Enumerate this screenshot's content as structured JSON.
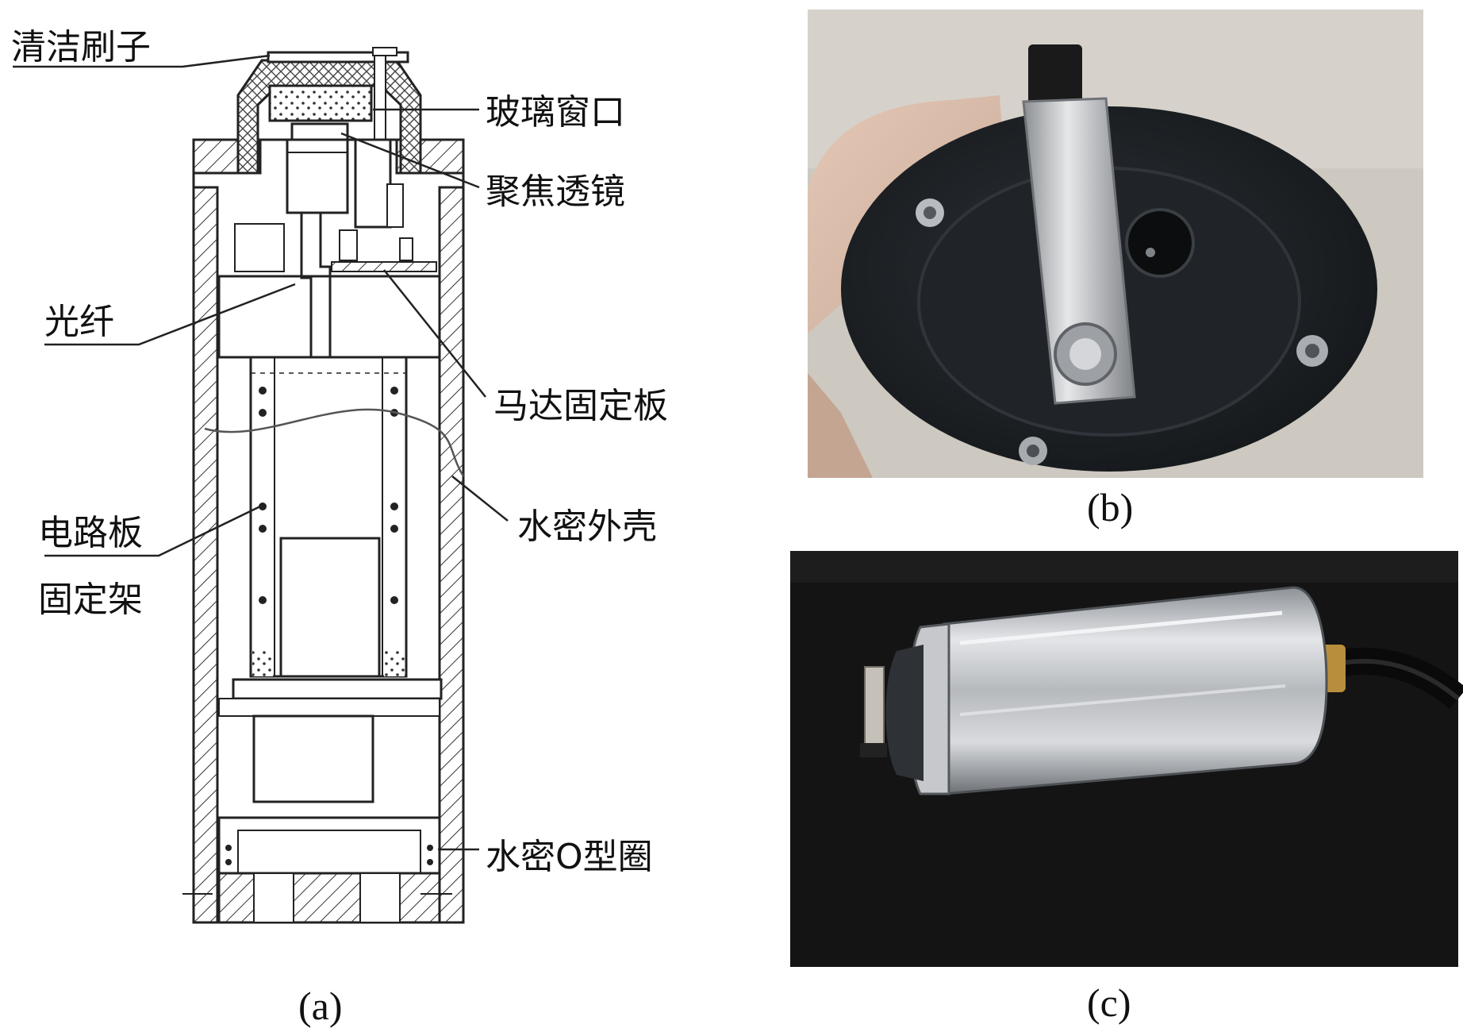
{
  "labels": {
    "cleaning_brush": "清洁刷子",
    "glass_window": "玻璃窗口",
    "focusing_lens": "聚焦透镜",
    "optical_fiber": "光纤",
    "motor_mount_plate": "马达固定板",
    "watertight_housing": "水密外壳",
    "circuit_board_line1": "电路板",
    "circuit_board_line2": "固定架",
    "watertight_o_ring": "水密O型圈"
  },
  "captions": {
    "a": "(a)",
    "b": "(b)",
    "c": "(c)"
  },
  "colors": {
    "line": "#222222",
    "photo_bg_b": "#cfcbc3",
    "photo_bg_c": "#151515",
    "black_disc": "#1f2327",
    "steel": "#b9bcc0"
  }
}
